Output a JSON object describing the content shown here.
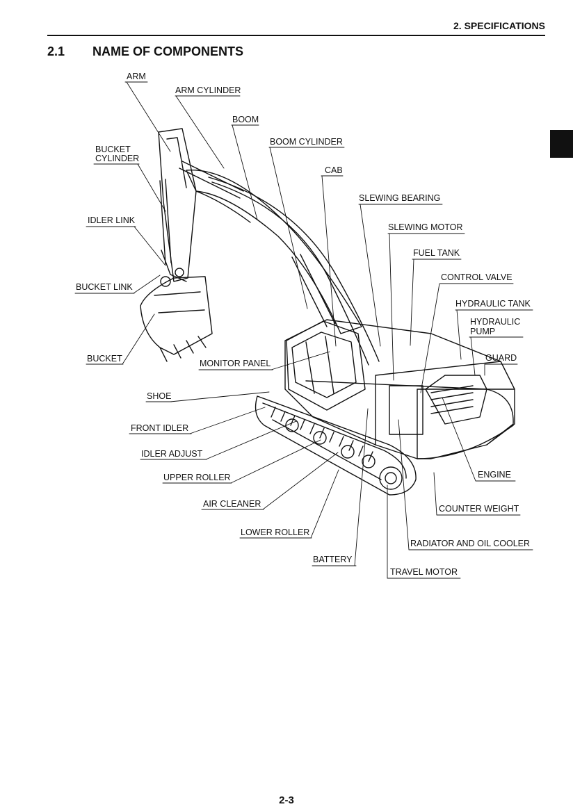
{
  "header": {
    "section_label": "2. SPECIFICATIONS"
  },
  "section": {
    "number": "2.1",
    "title": "NAME OF COMPONENTS"
  },
  "labels": {
    "arm": "ARM",
    "arm_cylinder": "ARM CYLINDER",
    "boom": "BOOM",
    "boom_cylinder": "BOOM CYLINDER",
    "cab": "CAB",
    "bucket_cylinder_line1": "BUCKET",
    "bucket_cylinder_line2": "CYLINDER",
    "slewing_bearing": "SLEWING BEARING",
    "slewing_motor": "SLEWING MOTOR",
    "idler_link": "IDLER LINK",
    "fuel_tank": "FUEL TANK",
    "control_valve": "CONTROL VALVE",
    "bucket_link": "BUCKET LINK",
    "hydraulic_tank": "HYDRAULIC TANK",
    "hydraulic_pump_line1": "HYDRAULIC",
    "hydraulic_pump_line2": "PUMP",
    "bucket": "BUCKET",
    "guard": "GUARD",
    "monitor_panel": "MONITOR PANEL",
    "shoe": "SHOE",
    "front_idler": "FRONT IDLER",
    "idler_adjust": "IDLER ADJUST",
    "engine": "ENGINE",
    "upper_roller": "UPPER ROLLER",
    "air_cleaner": "AIR CLEANER",
    "counter_weight": "COUNTER WEIGHT",
    "lower_roller": "LOWER ROLLER",
    "radiator_oil_cooler": "RADIATOR AND OIL COOLER",
    "battery": "BATTERY",
    "travel_motor": "TRAVEL MOTOR"
  },
  "footer": {
    "page_number": "2-3"
  }
}
